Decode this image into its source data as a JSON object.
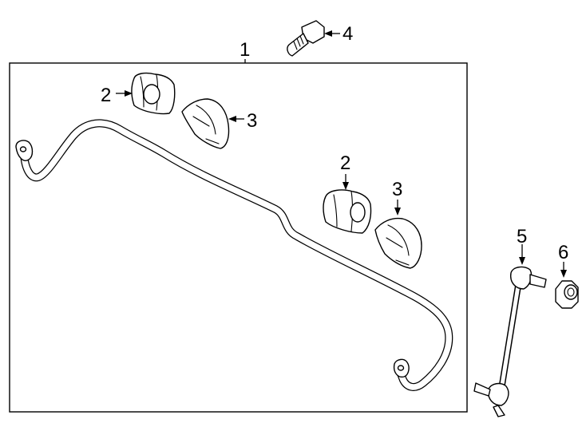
{
  "callouts": [
    {
      "id": "c1",
      "label": "1"
    },
    {
      "id": "c2a",
      "label": "2"
    },
    {
      "id": "c3a",
      "label": "3"
    },
    {
      "id": "c2b",
      "label": "2"
    },
    {
      "id": "c3b",
      "label": "3"
    },
    {
      "id": "c4",
      "label": "4"
    },
    {
      "id": "c5",
      "label": "5"
    },
    {
      "id": "c6",
      "label": "6"
    }
  ]
}
